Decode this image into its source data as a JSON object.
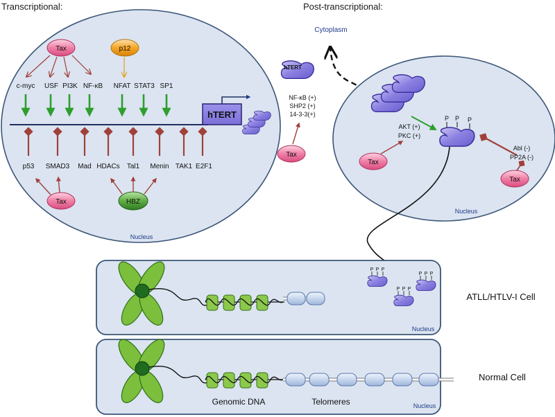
{
  "headings": {
    "transcriptional": "Transcriptional:",
    "post_transcriptional": "Post-transcriptional:"
  },
  "nucleus_label": "Nucleus",
  "cytoplasm_label": "Cytoplasm",
  "regulators": {
    "tax": "Tax",
    "p12": "p12",
    "hbz": "HBZ",
    "activators": [
      "c-myc",
      "USF",
      "PI3K",
      "NF-κB",
      "NFAT",
      "STAT3",
      "SP1"
    ],
    "repressors": [
      "p53",
      "SMAD3",
      "Mad",
      "HDACs",
      "Tal1",
      "Menin",
      "TAK1",
      "E2F1"
    ]
  },
  "gene_label": "hTERT",
  "protein_label": "hTERT",
  "cyto_factors": [
    "NF-κB (+)",
    "SHP2 (+)",
    "14-3-3(+)"
  ],
  "kinases": [
    "AKT (+)",
    "PKC (+)"
  ],
  "phosphatases": [
    "Abl (-)",
    "PP2A (-)"
  ],
  "phospho_mark": "P",
  "cells": {
    "atll": "ATLL/HTLV-I Cell",
    "normal": "Normal Cell"
  },
  "dna_labels": {
    "genomic": "Genomic DNA",
    "telomeres": "Telomeres"
  },
  "colors": {
    "nucleus_fill": "#dbe4f0",
    "nucleus_stroke": "#3b5578",
    "activator_arrow": "#2e9e2e",
    "repressor": "#a0403a",
    "tax_fill": "#f07fa6",
    "p12_fill": "#f5a623",
    "hbz_fill": "#3f8f2c",
    "telomerase": "#8a7fe0"
  }
}
